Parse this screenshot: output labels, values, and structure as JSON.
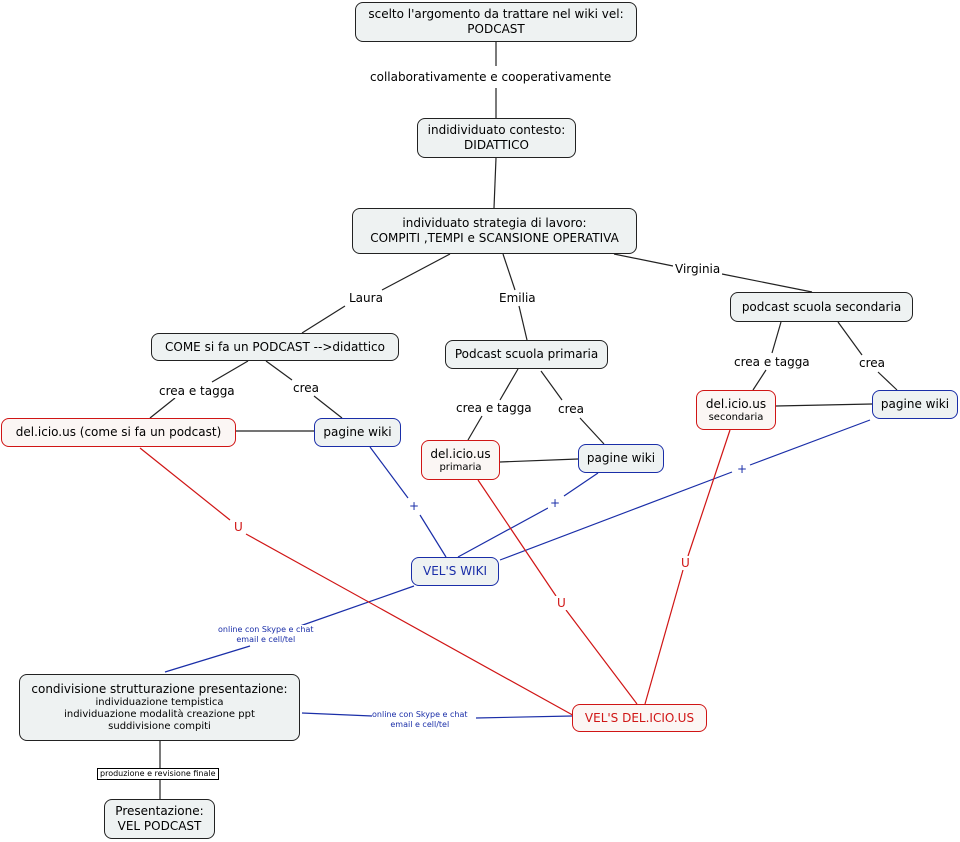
{
  "nodes": {
    "root": {
      "line1": "scelto l'argomento da trattare nel wiki vel:",
      "line2": "PODCAST"
    },
    "contesto": {
      "line1": "indidividuato contesto:",
      "line2": "DIDATTICO"
    },
    "strategia": {
      "line1": "individuato strategia di lavoro:",
      "line2": "COMPITI ,TEMPI e SCANSIONE OPERATIVA"
    },
    "come_podcast": {
      "label": "COME si fa un PODCAST -->didattico"
    },
    "podcast_primaria": {
      "label": "Podcast scuola primaria"
    },
    "podcast_secondaria": {
      "label": "podcast  scuola secondaria"
    },
    "delicious_laura": {
      "label": "del.icio.us  (come si fa un podcast)"
    },
    "wiki_laura": {
      "label": "pagine wiki"
    },
    "delicious_primaria": {
      "line1": "del.icio.us",
      "line2": "primaria"
    },
    "wiki_primaria": {
      "label": "pagine wiki"
    },
    "delicious_secondaria": {
      "line1": "del.icio.us",
      "line2": "secondaria"
    },
    "wiki_secondaria": {
      "label": "pagine wiki"
    },
    "vels_wiki": {
      "label": "VEL'S WIKI"
    },
    "vels_delicious": {
      "label": "VEL'S DEL.ICIO.US"
    },
    "condivisione": {
      "title": "condivisione strutturazione presentazione:",
      "items": [
        "individuazione tempistica",
        "individuazione modalità creazione ppt",
        "suddivisione compiti"
      ]
    },
    "presentazione": {
      "line1": "Presentazione:",
      "line2": "VEL PODCAST"
    }
  },
  "labels": {
    "collab": "collaborativamente e  cooperativamente",
    "laura": "Laura",
    "emilia": "Emilia",
    "virginia": "Virginia",
    "crea_tagga": "crea e tagga",
    "crea": "crea",
    "plus": "+",
    "union": "U",
    "online_line1": "online con Skype e chat",
    "online_line2": "email e cell/tel",
    "produzione": "produzione  e revisione finale"
  },
  "colors": {
    "dark": "#222222",
    "blue": "#1a2ea8",
    "red": "#d01515",
    "node_fill": "#eef2f2"
  }
}
